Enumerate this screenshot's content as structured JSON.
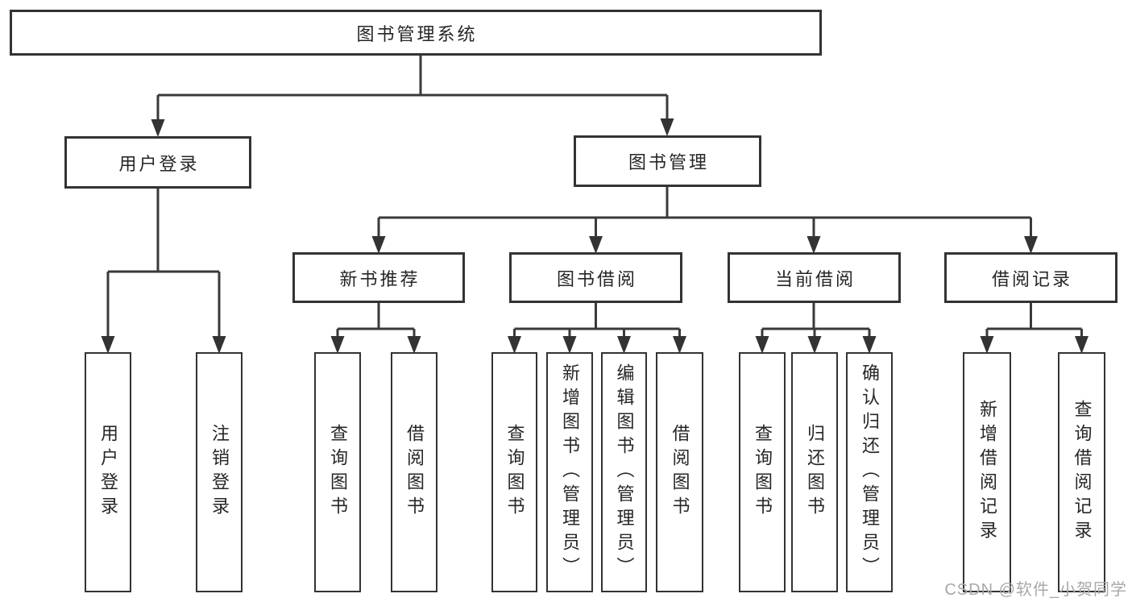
{
  "tree": {
    "label": "图书管理系统",
    "children": [
      {
        "label": "用户登录",
        "children": [
          {
            "label": "用户登录"
          },
          {
            "label": "注销登录"
          }
        ]
      },
      {
        "label": "图书管理",
        "children": [
          {
            "label": "新书推荐",
            "children": [
              {
                "label": "查询图书"
              },
              {
                "label": "借阅图书"
              }
            ]
          },
          {
            "label": "图书借阅",
            "children": [
              {
                "label": "查询图书"
              },
              {
                "label": "新增图书（管理员）"
              },
              {
                "label": "编辑图书（管理员）"
              },
              {
                "label": "借阅图书"
              }
            ]
          },
          {
            "label": "当前借阅",
            "children": [
              {
                "label": "查询图书"
              },
              {
                "label": "归还图书"
              },
              {
                "label": "确认归还（管理员）"
              }
            ]
          },
          {
            "label": "借阅记录",
            "children": [
              {
                "label": "新增借阅记录"
              },
              {
                "label": "查询借阅记录"
              }
            ]
          }
        ]
      }
    ]
  },
  "watermark": {
    "text": "CSDN @软件_小贺同学"
  },
  "colors": {
    "line": "#3a3a3a",
    "border": "#333333",
    "text": "#262626",
    "background": "#ffffff",
    "watermark": "#a8a8a8"
  }
}
